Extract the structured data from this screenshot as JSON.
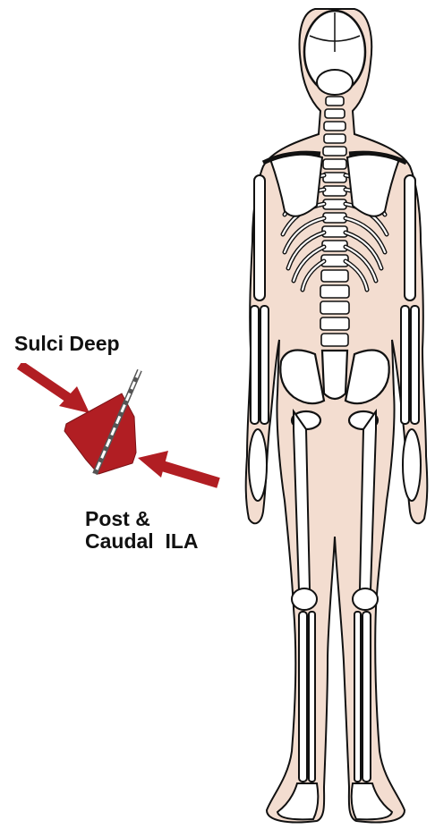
{
  "labels": {
    "sulci": "Sulci Deep",
    "post_line1": "Post &",
    "post_line2": "Caudal  ILA"
  },
  "colors": {
    "arrow": "#b11e23",
    "sacrum": "#b11e23",
    "skin": "#f3ddd0",
    "outline": "#111111",
    "bone": "#ffffff"
  },
  "icons": {
    "top_arrow": "arrow-down-right-icon",
    "bottom_arrow": "arrow-left-icon",
    "sacrum": "sacrum-icon",
    "figure": "posterior-skeleton-figure"
  }
}
